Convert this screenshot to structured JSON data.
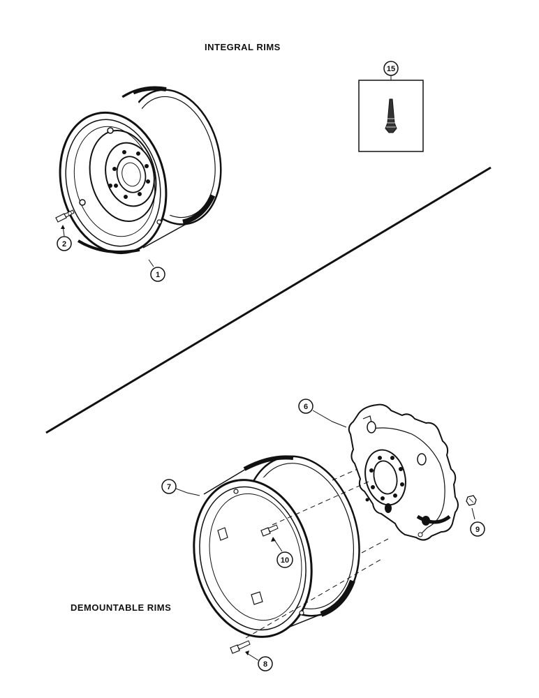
{
  "sections": {
    "integral_title": "INTEGRAL RIMS",
    "demountable_title": "DEMOUNTABLE RIMS"
  },
  "callouts": {
    "c1": "1",
    "c2": "2",
    "c6": "6",
    "c7": "7",
    "c8": "8",
    "c9": "9",
    "c10": "10",
    "c15": "15"
  }
}
